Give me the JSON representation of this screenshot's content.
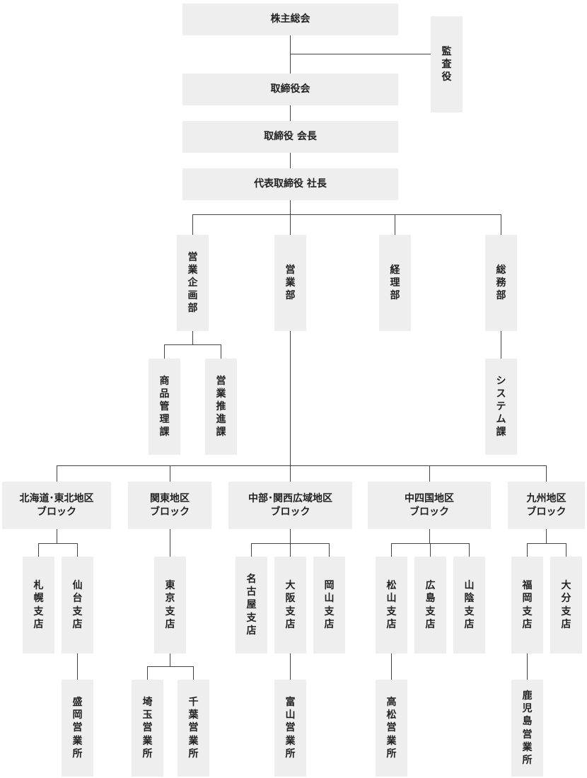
{
  "nodes": [
    {
      "id": "shareholders",
      "label": "株主総会"
    },
    {
      "id": "auditor",
      "label": "監査役"
    },
    {
      "id": "board",
      "label": "取締役会"
    },
    {
      "id": "chairman",
      "label": "取締役 会長"
    },
    {
      "id": "president",
      "label": "代表取締役 社長"
    },
    {
      "id": "sales-planning",
      "label": "営業企画部"
    },
    {
      "id": "sales",
      "label": "営業部"
    },
    {
      "id": "accounting",
      "label": "経理部"
    },
    {
      "id": "general-affairs",
      "label": "総務部"
    },
    {
      "id": "product-management",
      "label": "商品管理課"
    },
    {
      "id": "sales-promotion",
      "label": "営業推進課"
    },
    {
      "id": "system",
      "label": "システム課"
    },
    {
      "id": "block-hokkaido-tohoku",
      "label": "北海道･東北地区\nブロック"
    },
    {
      "id": "block-kanto",
      "label": "関東地区\nブロック"
    },
    {
      "id": "block-chubu-kansai",
      "label": "中部･関西広域地区\nブロック"
    },
    {
      "id": "block-chushikoku",
      "label": "中四国地区\nブロック"
    },
    {
      "id": "block-kyushu",
      "label": "九州地区\nブロック"
    },
    {
      "id": "sapporo",
      "label": "札幌支店"
    },
    {
      "id": "sendai",
      "label": "仙台支店"
    },
    {
      "id": "morioka",
      "label": "盛岡営業所"
    },
    {
      "id": "tokyo",
      "label": "東京支店"
    },
    {
      "id": "saitama",
      "label": "埼玉営業所"
    },
    {
      "id": "chiba",
      "label": "千葉営業所"
    },
    {
      "id": "nagoya",
      "label": "名古屋支店"
    },
    {
      "id": "osaka",
      "label": "大阪支店"
    },
    {
      "id": "okayama",
      "label": "岡山支店"
    },
    {
      "id": "toyama",
      "label": "富山営業所"
    },
    {
      "id": "matsuyama",
      "label": "松山支店"
    },
    {
      "id": "hiroshima",
      "label": "広島支店"
    },
    {
      "id": "yamaguchi",
      "label": "山陰支店"
    },
    {
      "id": "takamatsu",
      "label": "高松営業所"
    },
    {
      "id": "fukuoka",
      "label": "福岡支店"
    },
    {
      "id": "oita",
      "label": "大分支店"
    },
    {
      "id": "kagoshima",
      "label": "鹿児島営業所"
    }
  ],
  "edges": [
    [
      "shareholders",
      "board"
    ],
    [
      "shareholders",
      "auditor"
    ],
    [
      "board",
      "chairman"
    ],
    [
      "chairman",
      "president"
    ],
    [
      "president",
      "sales-planning"
    ],
    [
      "president",
      "sales"
    ],
    [
      "president",
      "accounting"
    ],
    [
      "president",
      "general-affairs"
    ],
    [
      "sales-planning",
      "product-management"
    ],
    [
      "sales-planning",
      "sales-promotion"
    ],
    [
      "general-affairs",
      "system"
    ],
    [
      "sales",
      "block-hokkaido-tohoku"
    ],
    [
      "sales",
      "block-kanto"
    ],
    [
      "sales",
      "block-chubu-kansai"
    ],
    [
      "sales",
      "block-chushikoku"
    ],
    [
      "sales",
      "block-kyushu"
    ],
    [
      "block-hokkaido-tohoku",
      "sapporo"
    ],
    [
      "block-hokkaido-tohoku",
      "sendai"
    ],
    [
      "sendai",
      "morioka"
    ],
    [
      "block-kanto",
      "tokyo"
    ],
    [
      "tokyo",
      "saitama"
    ],
    [
      "tokyo",
      "chiba"
    ],
    [
      "block-chubu-kansai",
      "nagoya"
    ],
    [
      "block-chubu-kansai",
      "osaka"
    ],
    [
      "block-chubu-kansai",
      "okayama"
    ],
    [
      "osaka",
      "toyama"
    ],
    [
      "block-chushikoku",
      "matsuyama"
    ],
    [
      "block-chushikoku",
      "hiroshima"
    ],
    [
      "block-chushikoku",
      "yamaguchi"
    ],
    [
      "matsuyama",
      "takamatsu"
    ],
    [
      "block-kyushu",
      "fukuoka"
    ],
    [
      "block-kyushu",
      "oita"
    ],
    [
      "fukuoka",
      "kagoshima"
    ]
  ]
}
